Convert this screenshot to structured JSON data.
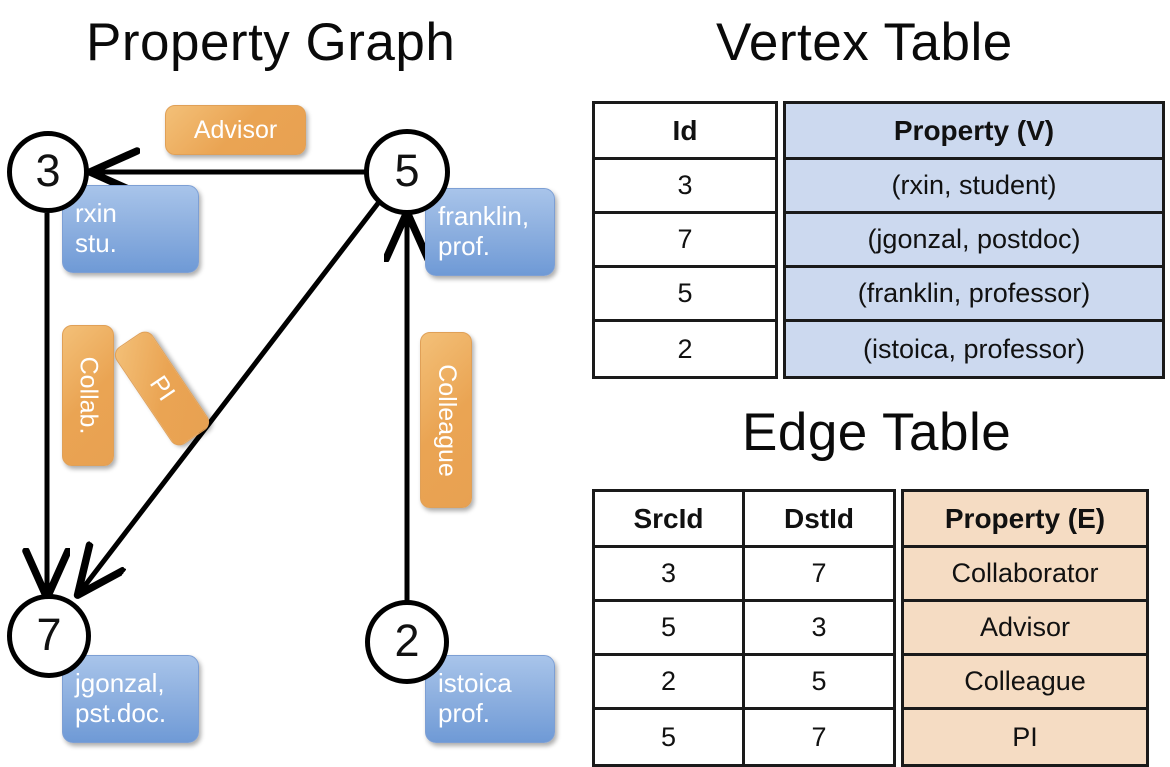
{
  "graph_panel": {
    "title": "Property Graph",
    "nodes": [
      {
        "id": "3",
        "label": "3"
      },
      {
        "id": "5",
        "label": "5"
      },
      {
        "id": "7",
        "label": "7"
      },
      {
        "id": "2",
        "label": "2"
      }
    ],
    "vertex_property_boxes": [
      {
        "for": "3",
        "line1": "rxin",
        "line2": "stu."
      },
      {
        "for": "5",
        "line1": "franklin,",
        "line2": "prof."
      },
      {
        "for": "7",
        "line1": "jgonzal,",
        "line2": "pst.doc."
      },
      {
        "for": "2",
        "line1": "istoica",
        "line2": "prof."
      }
    ],
    "edge_labels": [
      {
        "name": "advisor",
        "text": "Advisor"
      },
      {
        "name": "collab",
        "text": "Collab."
      },
      {
        "name": "pi",
        "text": "PI"
      },
      {
        "name": "colleague",
        "text": "Colleague"
      }
    ]
  },
  "vertex_table": {
    "title": "Vertex Table",
    "headers": [
      "Id",
      "Property (V)"
    ],
    "rows": [
      [
        "3",
        "(rxin, student)"
      ],
      [
        "7",
        "(jgonzal, postdoc)"
      ],
      [
        "5",
        "(franklin, professor)"
      ],
      [
        "2",
        "(istoica, professor)"
      ]
    ]
  },
  "edge_table": {
    "title": "Edge Table",
    "headers": [
      "SrcId",
      "DstId",
      "Property (E)"
    ],
    "rows": [
      [
        "3",
        "7",
        "Collaborator"
      ],
      [
        "5",
        "3",
        "Advisor"
      ],
      [
        "2",
        "5",
        "Colleague"
      ],
      [
        "5",
        "7",
        "PI"
      ]
    ]
  },
  "colors": {
    "vertex_fill": "#ccd9ef",
    "edge_fill": "#f5dcc3",
    "node_blue": "#8fb1e0",
    "label_orange": "#eaa453",
    "border": "#1a1a1a"
  }
}
